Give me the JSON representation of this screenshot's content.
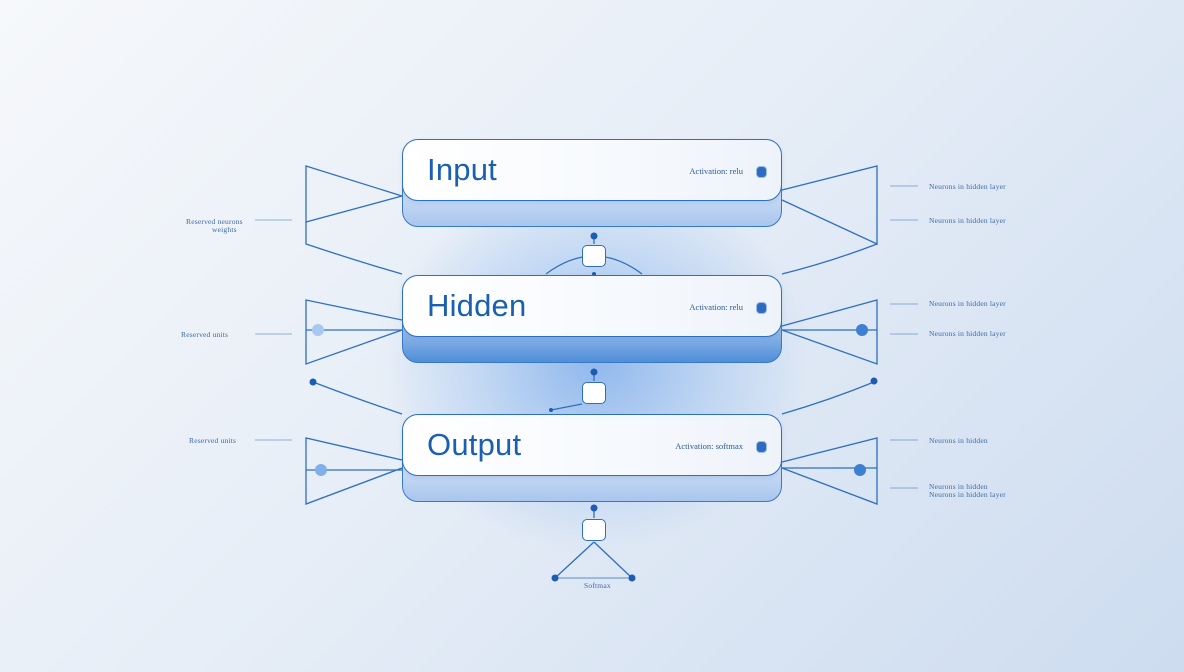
{
  "layers": [
    {
      "title": "Input",
      "tag": "Activation: relu"
    },
    {
      "title": "Hidden",
      "tag": "Activation: relu"
    },
    {
      "title": "Output",
      "tag": "Activation: softmax"
    }
  ],
  "left_labels": [
    "Reserved neurons",
    "weights",
    "Reserved units",
    "Reserved units"
  ],
  "right_labels": [
    "Neurons in hidden layer",
    "Neurons in hidden layer",
    "Neurons in hidden layer",
    "Neurons in hidden layer",
    "Neurons in hidden",
    "Neurons in hidden",
    "Neurons in hidden layer"
  ],
  "bottom_label": "Softmax",
  "colors": {
    "line": "#2f6fc0",
    "accent": "#1a5fb0",
    "glow": "#4a8ce6"
  }
}
